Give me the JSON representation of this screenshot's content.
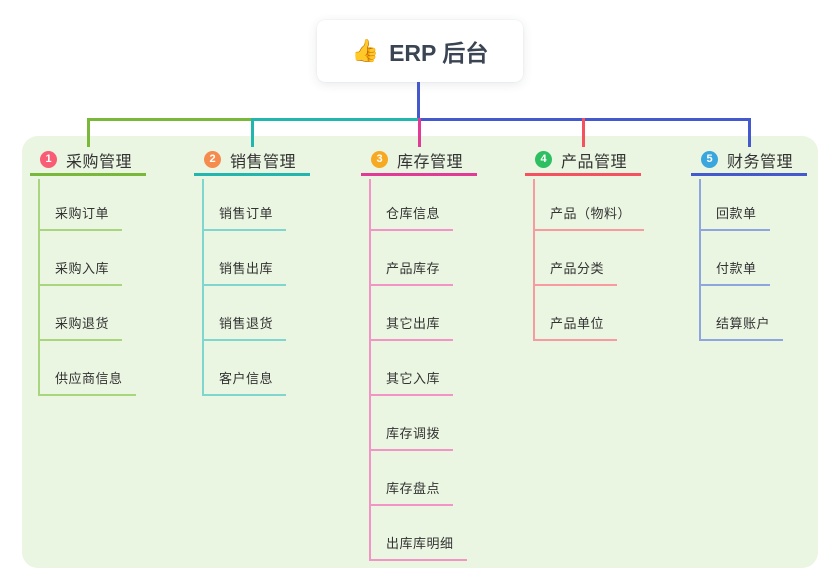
{
  "root": {
    "icon": "👍",
    "label": "ERP 后台"
  },
  "colors": {
    "canvas_bg": "#ffffff",
    "panel_bg": "#eaf5e2",
    "root_connector": "#4459ce",
    "root_text": "#3b4453",
    "item_text": "#333333"
  },
  "branches": [
    {
      "number": "1",
      "label": "采购管理",
      "badge_color": "#f85d75",
      "line_color": "#7ab83c",
      "light_color": "#a9d57e",
      "children": [
        "采购订单",
        "采购入库",
        "采购退货",
        "供应商信息"
      ]
    },
    {
      "number": "2",
      "label": "销售管理",
      "badge_color": "#f68b4e",
      "line_color": "#22b6ae",
      "light_color": "#7fd6cf",
      "children": [
        "销售订单",
        "销售出库",
        "销售退货",
        "客户信息"
      ]
    },
    {
      "number": "3",
      "label": "库存管理",
      "badge_color": "#f7a922",
      "line_color": "#e23a97",
      "light_color": "#f295c6",
      "children": [
        "仓库信息",
        "产品库存",
        "其它出库",
        "其它入库",
        "库存调拨",
        "库存盘点",
        "出库库明细"
      ]
    },
    {
      "number": "4",
      "label": "产品管理",
      "badge_color": "#2fbf63",
      "line_color": "#f5515f",
      "light_color": "#f79ba1",
      "children": [
        "产品（物料）",
        "产品分类",
        "产品单位"
      ]
    },
    {
      "number": "5",
      "label": "财务管理",
      "badge_color": "#3aa6de",
      "line_color": "#4459ce",
      "light_color": "#8ea6de",
      "children": [
        "回款单",
        "付款单",
        "结算账户"
      ]
    }
  ]
}
